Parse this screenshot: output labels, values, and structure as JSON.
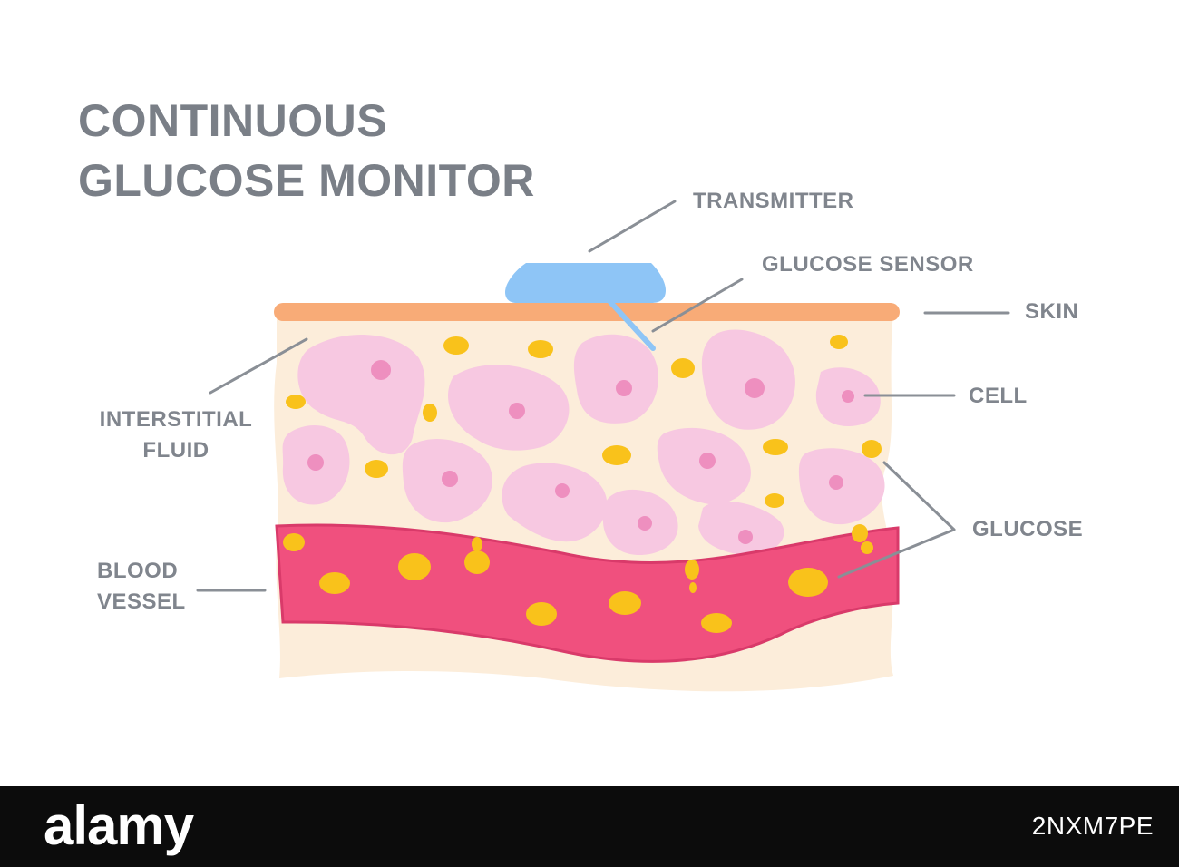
{
  "title": {
    "line1": "CONTINUOUS",
    "line2": "GLUCOSE MONITOR"
  },
  "labels": {
    "transmitter": "TRANSMITTER",
    "glucose_sensor": "GLUCOSE SENSOR",
    "skin": "SKIN",
    "cell": "CELL",
    "interstitial_fluid_1": "INTERSTITIAL",
    "interstitial_fluid_2": "FLUID",
    "glucose": "GLUCOSE",
    "blood_vessel_1": "BLOOD",
    "blood_vessel_2": "VESSEL"
  },
  "footer": {
    "logo": "alamy",
    "image_id": "2NXM7PE"
  },
  "colors": {
    "skin": "#f8ab77",
    "tissue": "#fcedda",
    "cell": "#f7c8e1",
    "nucleus": "#ee8fbf",
    "glucose": "#f9c21b",
    "vessel": "#f0507e",
    "vessel_edge": "#d93a6a",
    "transmitter": "#8ec5f6",
    "text": "#80858d",
    "line": "#8a8f96"
  }
}
